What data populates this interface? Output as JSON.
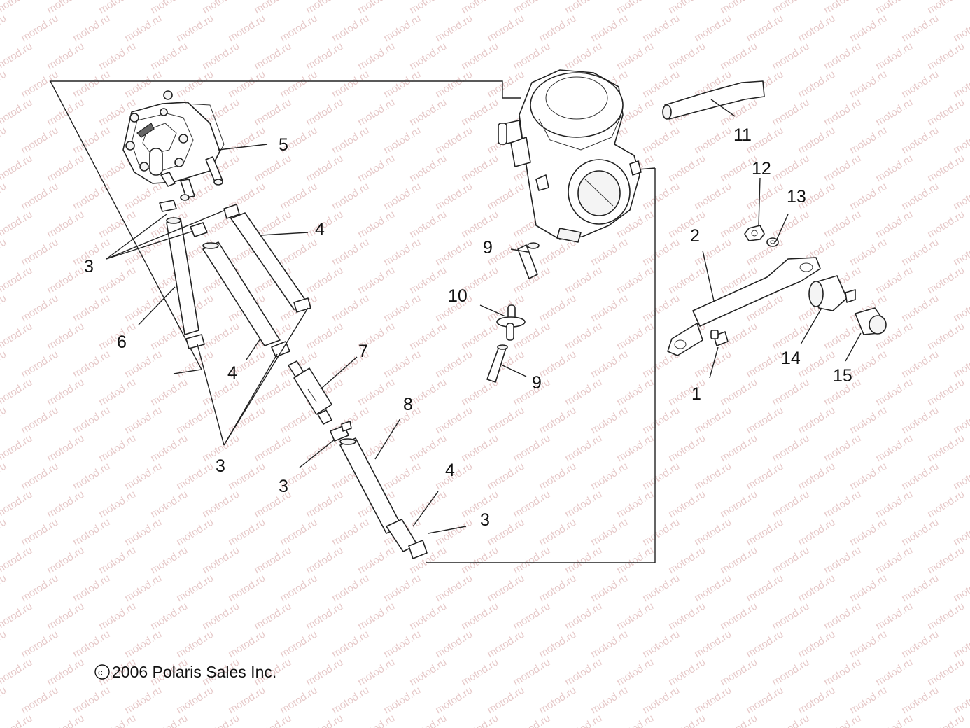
{
  "watermark": {
    "text": "motod.ru",
    "color": "#e6c9c9"
  },
  "copyright": {
    "symbol": "©",
    "text": "2006 Polaris Sales Inc."
  },
  "callouts": {
    "c1": "1",
    "c2": "2",
    "c3a": "3",
    "c3b": "3",
    "c3c": "3",
    "c3d": "3",
    "c4a": "4",
    "c4b": "4",
    "c4c": "4",
    "c5": "5",
    "c6": "6",
    "c7": "7",
    "c8": "8",
    "c9a": "9",
    "c9b": "9",
    "c10": "10",
    "c11": "11",
    "c12": "12",
    "c13": "13",
    "c14": "14",
    "c15": "15"
  }
}
